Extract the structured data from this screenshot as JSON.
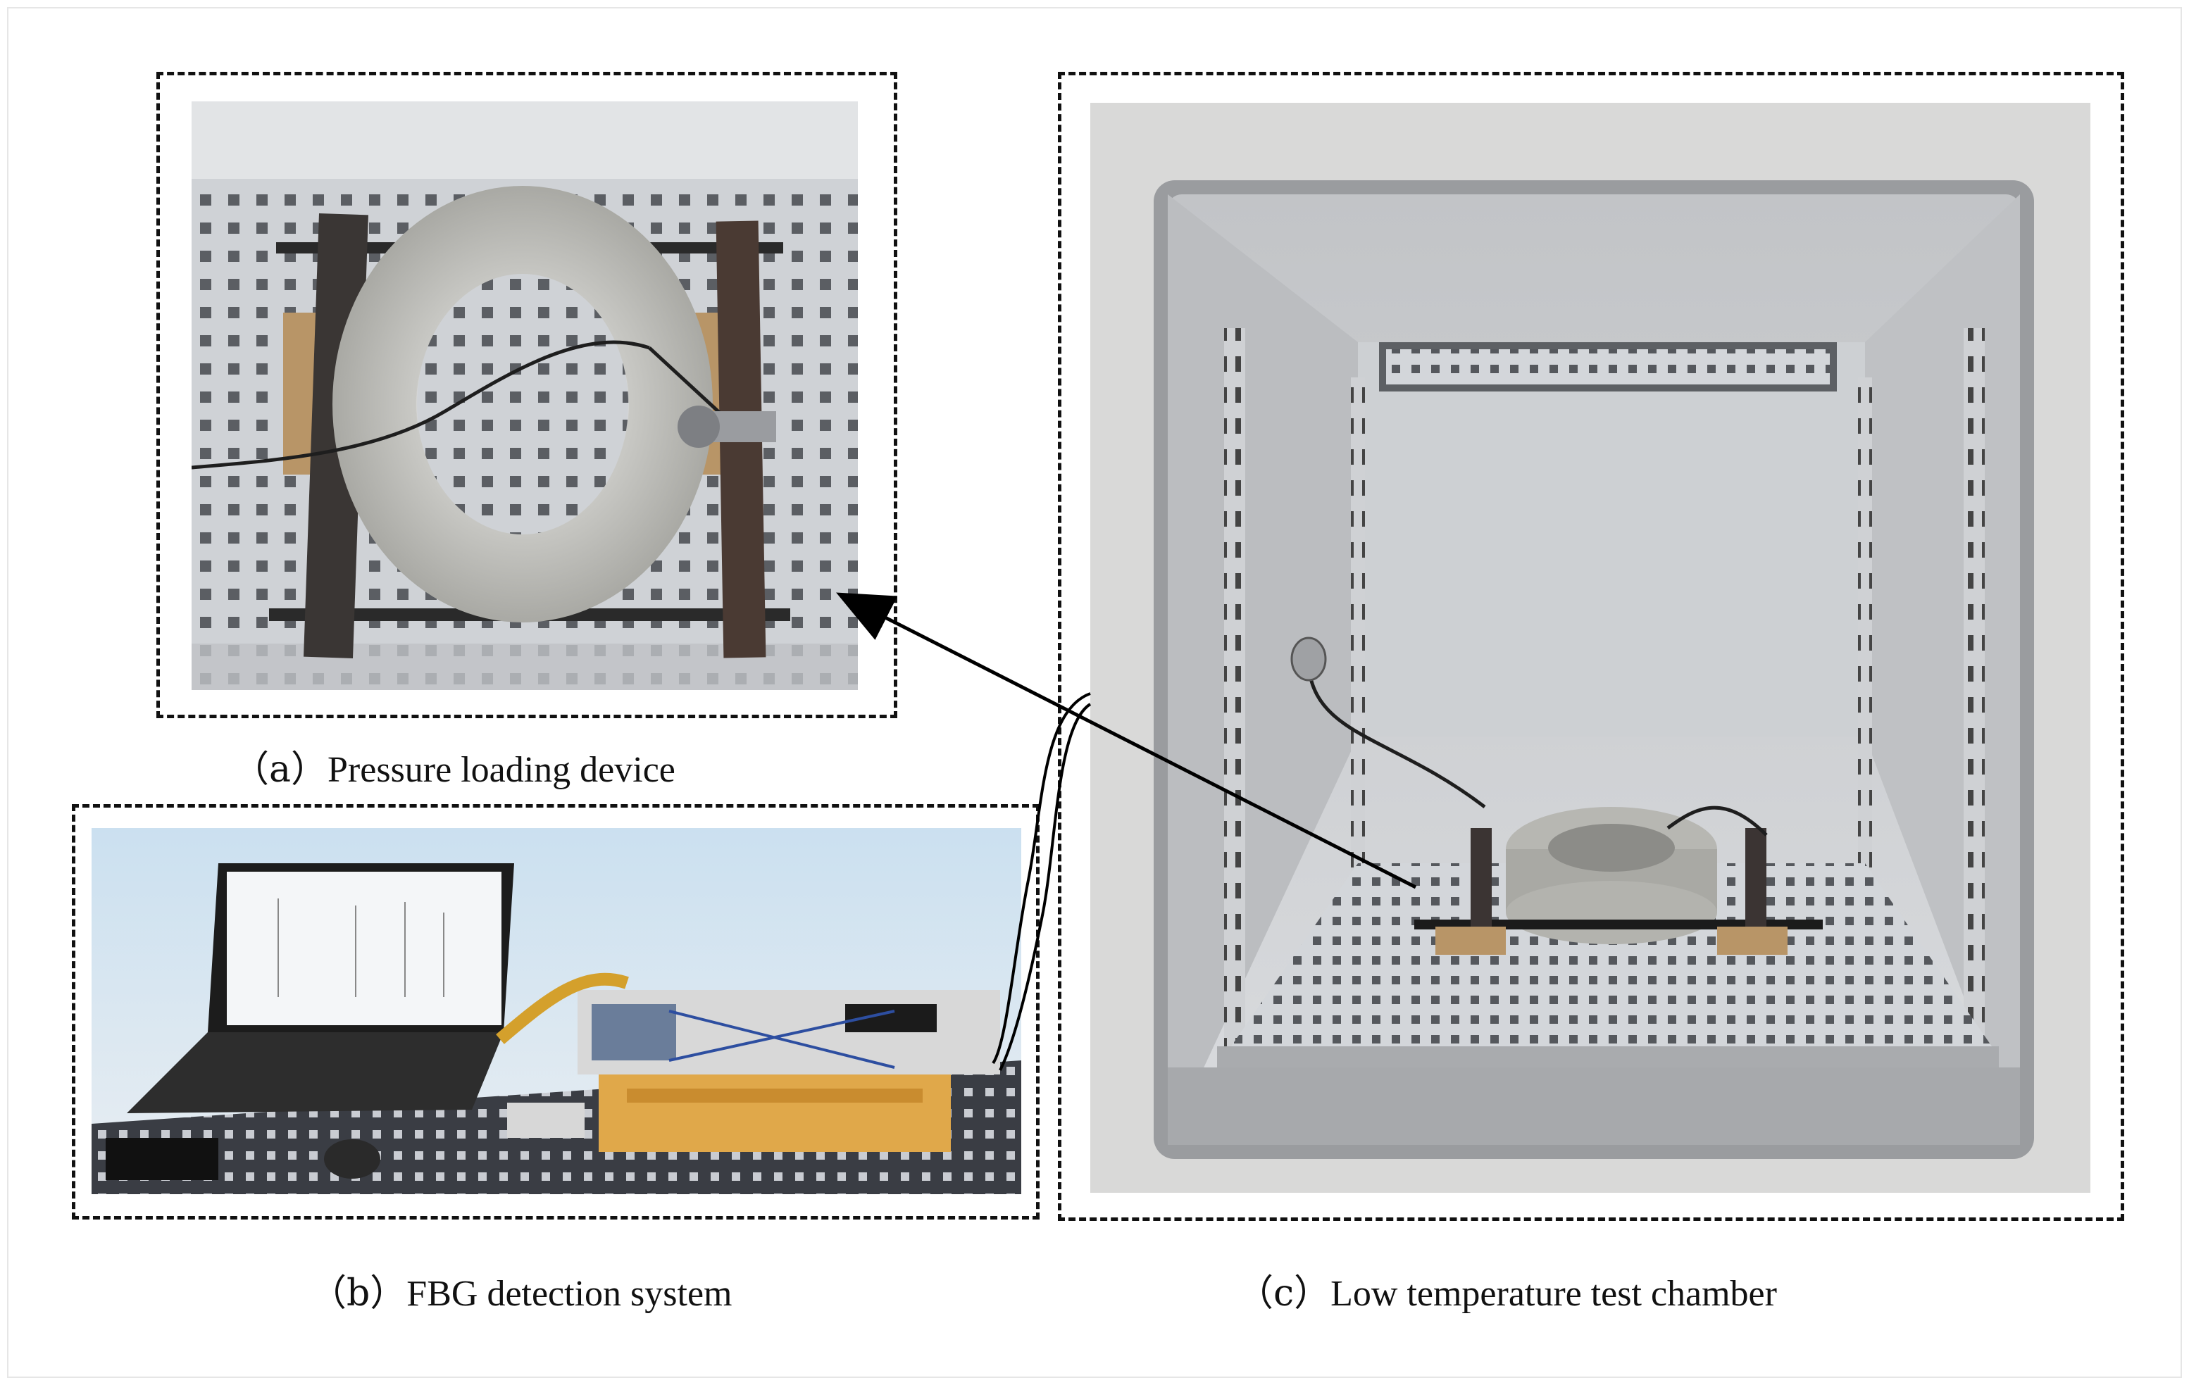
{
  "panels": {
    "a": {
      "tag": "（a）",
      "caption": "Pressure loading device"
    },
    "b": {
      "tag": "（b）",
      "caption": "FBG detection system"
    },
    "c": {
      "tag": "（c）",
      "caption": "Low temperature test chamber"
    }
  },
  "colors": {
    "frame": "#111111",
    "steel": "#c9ccd0",
    "wood": "#b89567",
    "concrete": "#b7b7b2",
    "case": "#e0a84a"
  }
}
